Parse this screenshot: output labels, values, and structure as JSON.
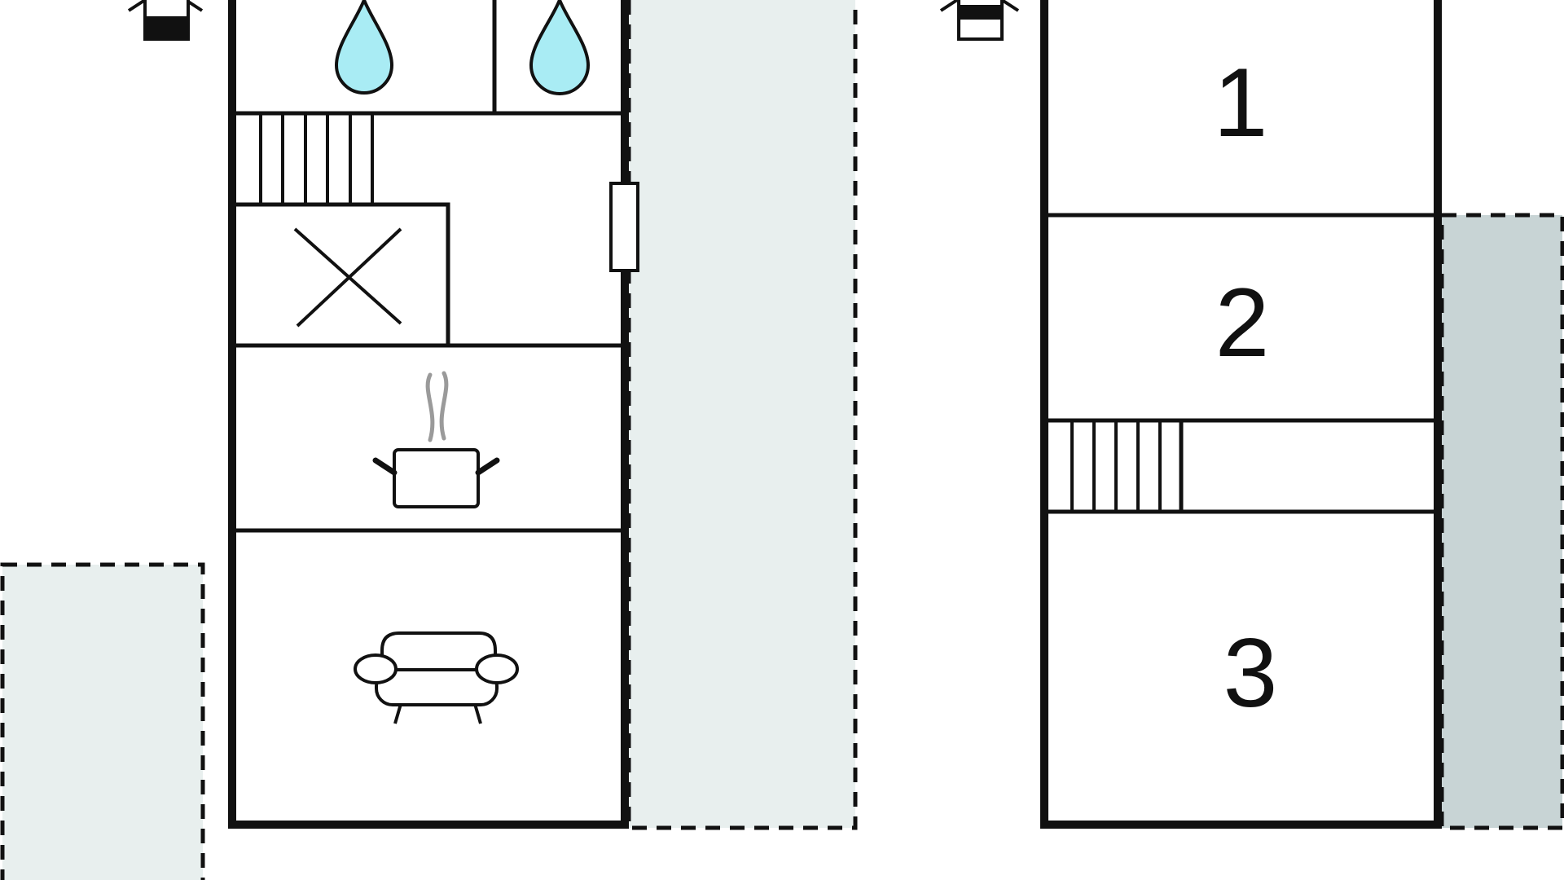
{
  "floorplan": {
    "colors": {
      "wall": "#111111",
      "terrace_light": "#e8efee",
      "terrace_dark": "#c8d4d5",
      "water": "#a9ecf4",
      "steam": "#9a9a9a"
    },
    "ground_floor": {
      "icons": [
        "floor-level-icon",
        "water-drop-icon",
        "water-drop-icon",
        "stairs-icon",
        "x-mark-icon",
        "door-icon",
        "cooking-pot-icon",
        "sofa-icon"
      ]
    },
    "upper_floor": {
      "icons": [
        "floor-level-icon",
        "stairs-icon"
      ],
      "rooms": [
        {
          "label": "1"
        },
        {
          "label": "2"
        },
        {
          "label": "3"
        }
      ]
    }
  }
}
